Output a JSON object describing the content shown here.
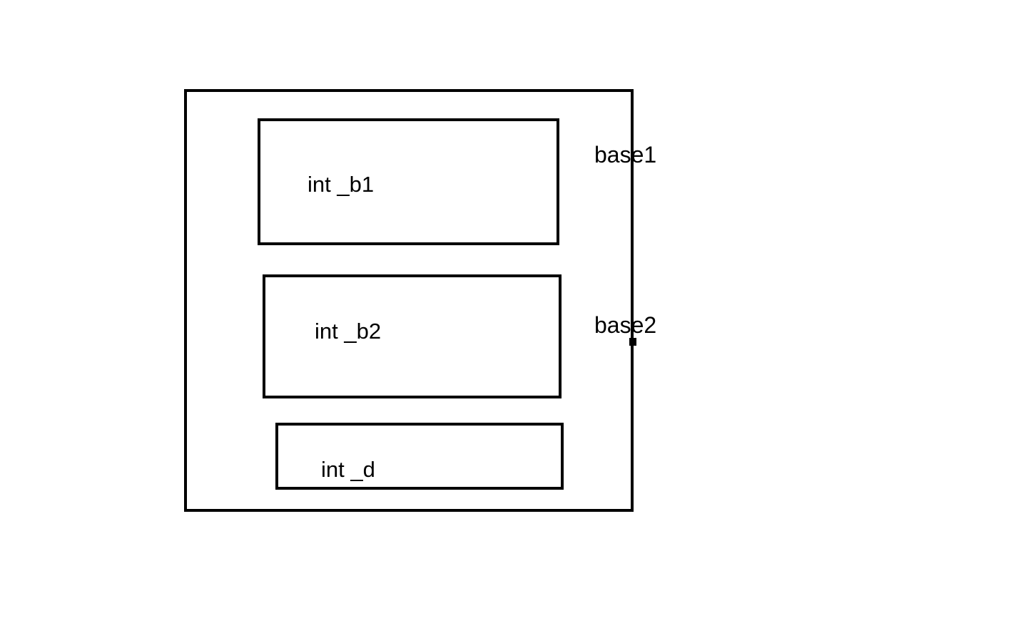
{
  "diagram": {
    "title": "object-memory-layout",
    "background_color": "#ffffff",
    "stroke_color": "#000000",
    "outer_box": {
      "name": "derived-object-box",
      "label": ""
    },
    "members": [
      {
        "id": "b1",
        "label": "int _b1",
        "name": "member-box-b1"
      },
      {
        "id": "b2",
        "label": "int _b2",
        "name": "member-box-b2"
      },
      {
        "id": "d",
        "label": "int _d",
        "name": "member-box-d"
      }
    ],
    "edge_labels": [
      {
        "id": "base1",
        "label": "base1"
      },
      {
        "id": "base2",
        "label": "base2"
      }
    ],
    "handles": [
      {
        "id": "base2-handle",
        "shape": "square",
        "color": "#000000"
      }
    ]
  }
}
